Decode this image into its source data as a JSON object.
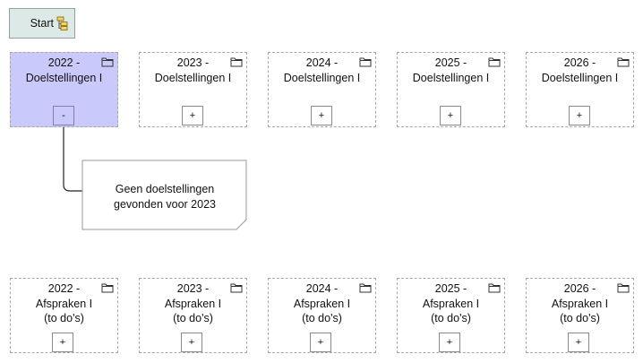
{
  "start": {
    "label": "Start",
    "icon": "hierarchy-icon"
  },
  "doelstellingen": [
    {
      "year": "2022 -",
      "label": "Doelstellingen I",
      "toggle": "-",
      "selected": true
    },
    {
      "year": "2023 -",
      "label": "Doelstellingen I",
      "toggle": "+"
    },
    {
      "year": "2024 -",
      "label": "Doelstellingen I",
      "toggle": "+"
    },
    {
      "year": "2025 -",
      "label": "Doelstellingen I",
      "toggle": "+"
    },
    {
      "year": "2026 -",
      "label": "Doelstellingen I",
      "toggle": "+"
    }
  ],
  "afspraken": [
    {
      "year": "2022 -",
      "label": "Afspraken I",
      "sub": "(to do's)",
      "toggle": "+"
    },
    {
      "year": "2023 -",
      "label": "Afspraken I",
      "sub": "(to do's)",
      "toggle": "+"
    },
    {
      "year": "2024 -",
      "label": "Afspraken I",
      "sub": "(to do's)",
      "toggle": "+"
    },
    {
      "year": "2025 -",
      "label": "Afspraken I",
      "sub": "(to do's)",
      "toggle": "+"
    },
    {
      "year": "2026 -",
      "label": "Afspraken I",
      "sub": "(to do's)",
      "toggle": "+"
    }
  ],
  "note": {
    "line1": "Geen doelstellingen",
    "line2": "gevonden voor 2023"
  },
  "colors": {
    "selected": "#c9c9fb",
    "start_bg": "#dce9e6",
    "border": "#a7a7a7"
  }
}
